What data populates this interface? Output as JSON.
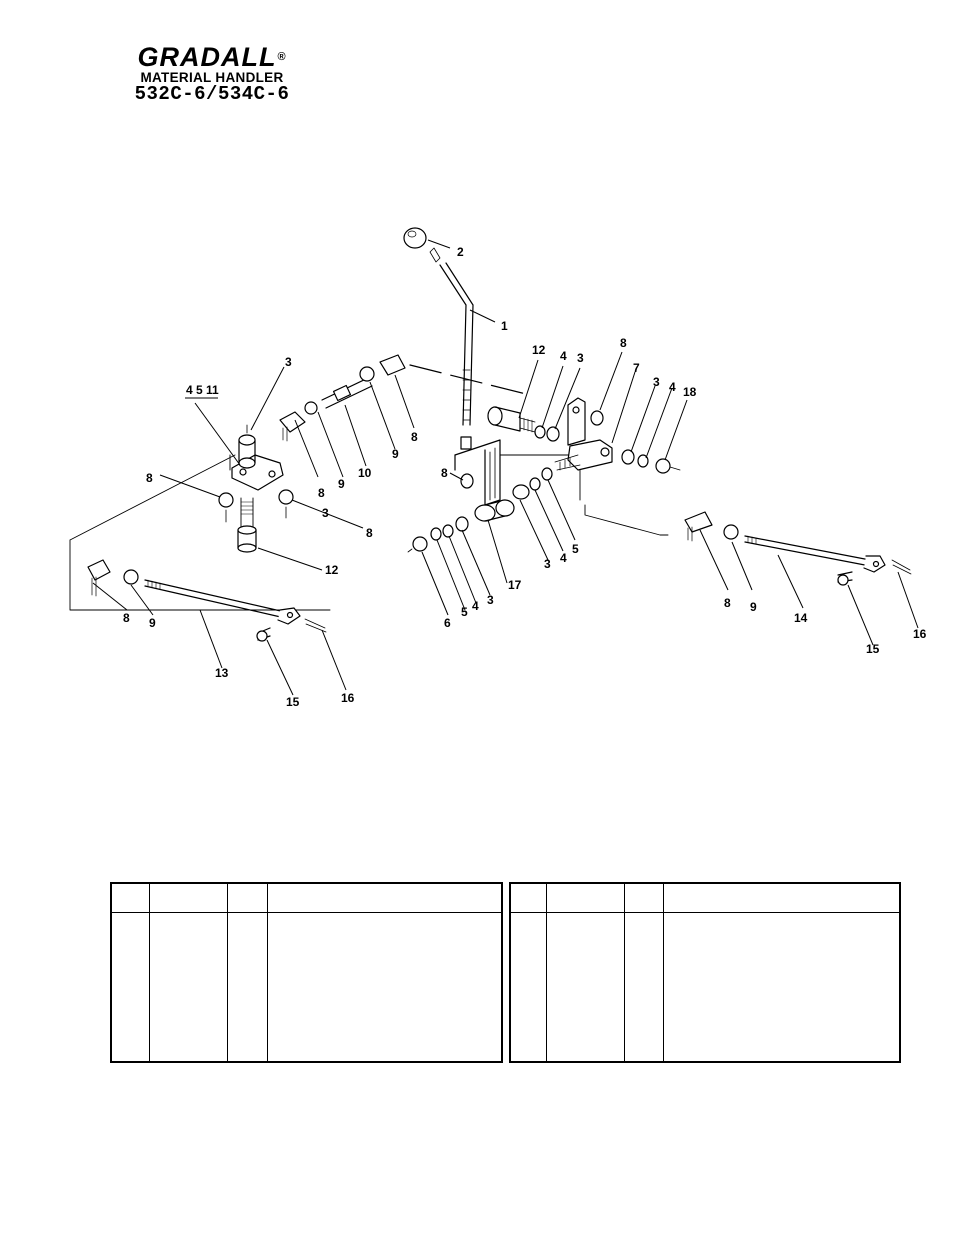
{
  "header": {
    "brand": "GRADALL",
    "registered_mark": "®",
    "subtitle": "MATERIAL HANDLER",
    "model": "532C-6/534C-6"
  },
  "callouts": {
    "c1": "1",
    "c2": "2",
    "c3a": "3",
    "c3b": "3",
    "c3c": "3",
    "c3d": "3",
    "c3e": "3",
    "c3f": "3",
    "c4a": "4",
    "c4b": "4",
    "c4c": "4",
    "c4d": "4",
    "c5a": "5",
    "c5b": "5",
    "c6": "6",
    "c7": "7",
    "c8a": "8",
    "c8b": "8",
    "c8c": "8",
    "c8d": "8",
    "c8e": "8",
    "c8f": "8",
    "c8g": "8",
    "c8h": "8",
    "c9a": "9",
    "c9b": "9",
    "c9c": "9",
    "c9d": "9",
    "c10": "10",
    "c12a": "12",
    "c12b": "12",
    "c13": "13",
    "c14": "14",
    "c15a": "15",
    "c15b": "15",
    "c16a": "16",
    "c16b": "16",
    "c17": "17",
    "c18": "18",
    "group": "4 5 11"
  },
  "colors": {
    "ink": "#000000",
    "paper": "#ffffff"
  }
}
